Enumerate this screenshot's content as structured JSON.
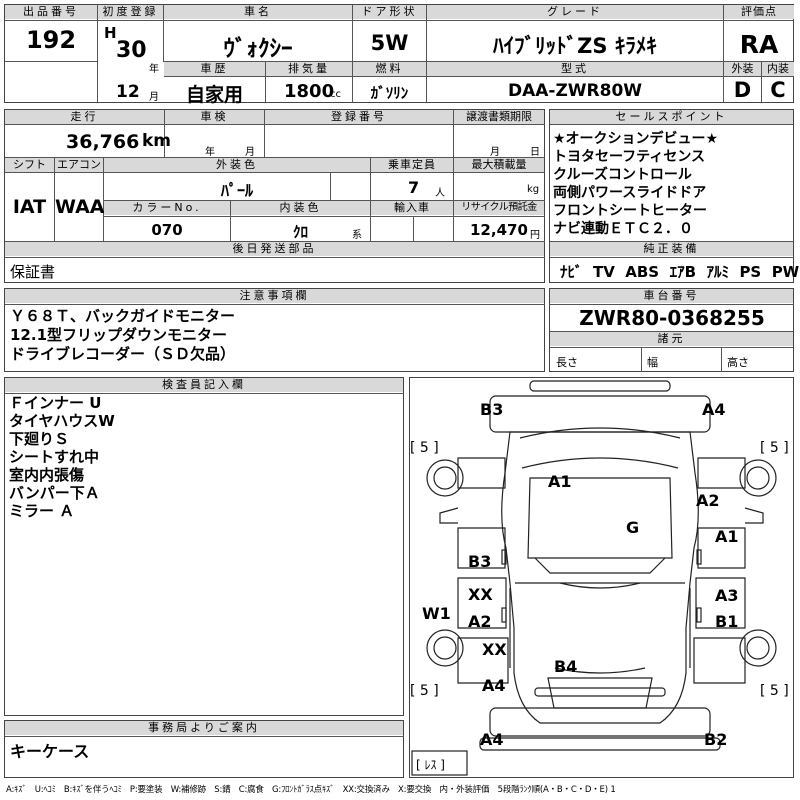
{
  "header": {
    "lot_label": "出品番号",
    "lot_value": "192",
    "first_reg_label": "初度登録",
    "era": "H",
    "year": "30",
    "year_unit": "年",
    "month": "12",
    "month_unit": "月",
    "car_name_label": "車名",
    "car_name": "ｳﾞｫｸｼｰ",
    "door_label": "ドア形状",
    "door_value": "5W",
    "grade_label": "グレード",
    "grade_value": "ﾊｲﾌﾞﾘｯﾄﾞZS ｷﾗﾒｷ",
    "score_label": "評価点",
    "score_value": "RA",
    "history_label": "車歴",
    "history_value": "自家用",
    "displacement_label": "排気量",
    "displacement_value": "1800",
    "displacement_unit": "cc",
    "fuel_label": "燃料",
    "fuel_value": "ｶﾞｿﾘﾝ",
    "model_label": "型式",
    "model_value": "DAA-ZWR80W",
    "exterior_label": "外装",
    "exterior_value": "D",
    "interior_label": "内装",
    "interior_value": "C"
  },
  "row2": {
    "mileage_label": "走行",
    "mileage_value": "36,766",
    "mileage_unit": "km",
    "inspection_label": "車検",
    "inspection_year_unit": "年",
    "inspection_month_unit": "月",
    "reg_no_label": "登録番号",
    "transfer_label": "譲渡書類期限",
    "transfer_month_unit": "月",
    "transfer_day_unit": "日",
    "shift_label": "シフト",
    "shift_value": "IAT",
    "ac_label": "エアコン",
    "ac_value": "WAA",
    "color_label": "外装色",
    "color_value": "ﾊﾟｰﾙ",
    "capacity_label": "乗車定員",
    "capacity_value": "7",
    "capacity_unit": "人",
    "max_load_label": "最大積載量",
    "max_load_unit": "kg",
    "color_no_label": "カラーNo.",
    "color_no_value": "070",
    "int_color_label": "内装色",
    "int_color_value": "ｸﾛ",
    "int_color_unit": "系",
    "import_label": "輸入車",
    "recycle_label": "リサイクル預託金",
    "recycle_value": "12,470",
    "recycle_unit": "円",
    "later_parts_label": "後日発送部品",
    "later_parts_value": "保証書"
  },
  "sales_points": {
    "label": "セールスポイント",
    "items": [
      "★オークションデビュー★",
      "トヨタセーフティセンス",
      "クルーズコントロール",
      "両側パワースライドドア",
      "フロントシートヒーター",
      "ナビ連動ＥＴＣ２．０"
    ]
  },
  "equipment": {
    "label": "純正装備",
    "items": [
      "ﾅﾋﾞ",
      "TV",
      "ABS",
      "ｴｱB",
      "ｱﾙﾐ",
      "PS",
      "PW"
    ]
  },
  "notes": {
    "label": "注意事項欄",
    "lines": [
      "Ｙ６８Ｔ、バックガイドモニター",
      "12.1型フリップダウンモニター",
      "ドライブレコーダー（ＳＤ欠品）"
    ]
  },
  "chassis": {
    "label": "車台番号",
    "value": "ZWR80-0368255",
    "dims_label": "諸元",
    "length_label": "長さ",
    "width_label": "幅",
    "height_label": "高さ"
  },
  "inspector": {
    "label": "検査員記入欄",
    "lines": [
      "Ｆインナー U",
      "タイヤハウスW",
      "下廻りＳ",
      "シートすれ中",
      "室内内張傷",
      "バンパー下Ａ",
      "ミラー Ａ"
    ]
  },
  "office": {
    "label": "事務局よりご案内",
    "value": "キーケース"
  },
  "diagram": {
    "tire_marks": [
      "[ 5 ]",
      "[ 5 ]",
      "[ 5 ]",
      "[ 5 ]"
    ],
    "spare_label": "[ ﾚｽ ]",
    "marks": [
      "B3",
      "A4",
      "A1",
      "A2",
      "G",
      "A1",
      "B3",
      "XX",
      "A3",
      "W1",
      "A2",
      "B1",
      "XX",
      "B4",
      "A4",
      "A4",
      "B2"
    ]
  },
  "footer": "A:ｷｽﾞ　U:ﾍｺﾐ　B:ｷｽﾞを伴うﾍｺﾐ　P:要塗装　W:補修跡　S:錆　C:腐食　G:ﾌﾛﾝﾄｶﾞﾗｽ点ｷｽﾞ　XX:交換済み　X:要交換　内・外装評価　5段階ﾗﾝｸ順(A・B・C・D・E) 1"
}
